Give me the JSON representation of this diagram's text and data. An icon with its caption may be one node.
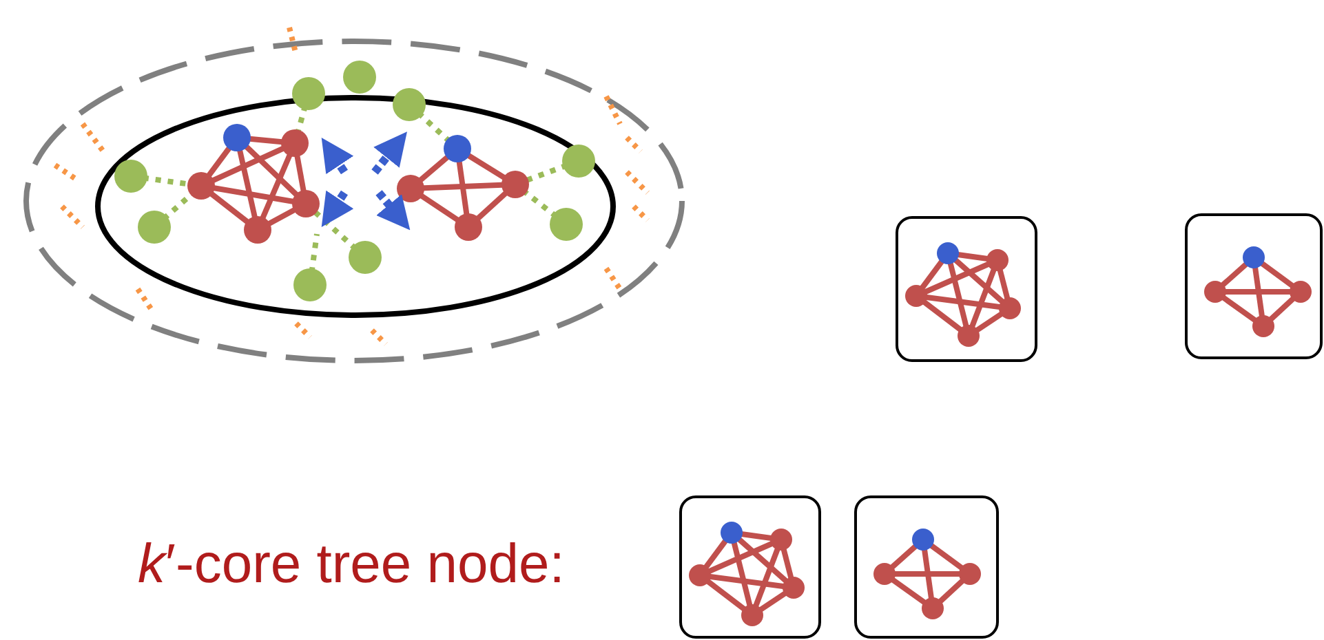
{
  "diagram": {
    "nodes": [
      {
        "text": [],
        "shape": "picture"
      },
      {
        "text": [],
        "shape": "picture"
      },
      {
        "text": [],
        "shape": "picture"
      },
      {
        "text": [],
        "shape": "picture"
      }
    ],
    "labels": [
      "*k*′-core tree node:"
    ]
  }
}
